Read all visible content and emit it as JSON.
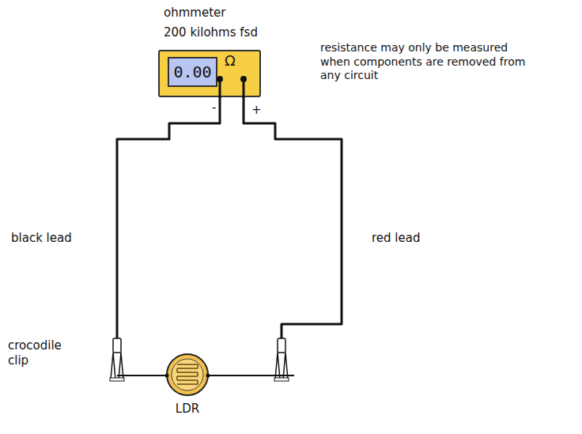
{
  "diagram": {
    "nodes": [
      {
        "text": [
          "ohmmeter",
          "200 kilohms fsd",
          "Ω"
        ]
      },
      {
        "text": [
          "0.00"
        ],
        "in": 0
      },
      {
        "text": [
          "LDR"
        ]
      }
    ],
    "edges": [
      {
        "from": 0,
        "to": 2,
        "arrow": "none",
        "label": "black lead"
      },
      {
        "from": 0,
        "to": 2,
        "arrow": "none",
        "label": "red lead"
      }
    ],
    "labels": [
      "-",
      "+",
      "resistance may only be measured when components are removed from any circuit",
      "crocodile clip"
    ]
  }
}
